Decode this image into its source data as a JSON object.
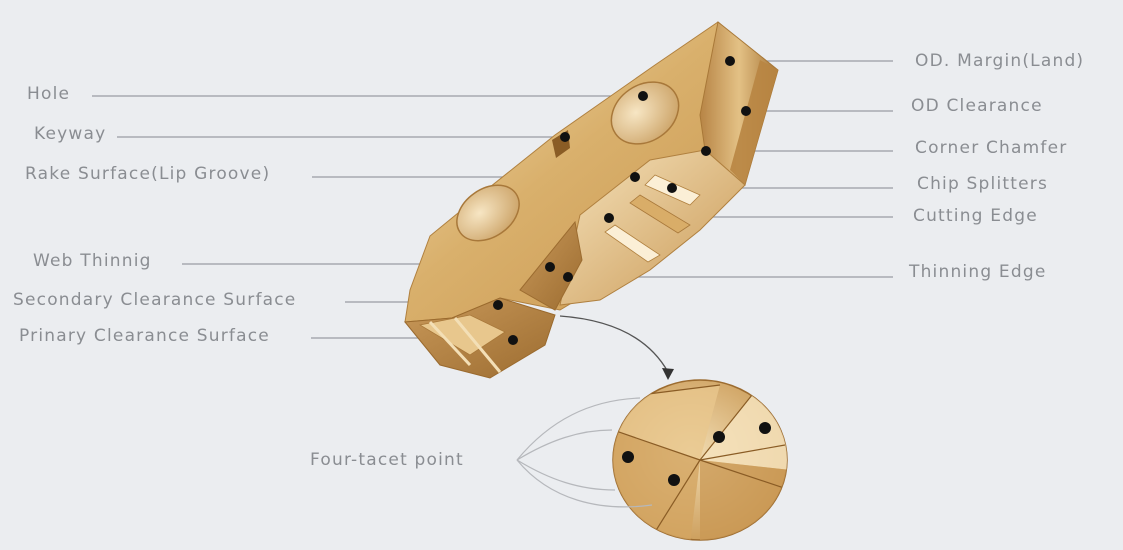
{
  "labels": {
    "hole": "Hole",
    "keyway": "Keyway",
    "rake_surface": "Rake Surface(Lip Groove)",
    "web_thinning": "Web Thinnig",
    "secondary_clearance": "Secondary Clearance Surface",
    "primary_clearance": "Prinary Clearance Surface",
    "od_margin": "OD. Margin(Land)",
    "od_clearance": "OD Clearance",
    "corner_chamfer": "Corner Chamfer",
    "chip_splitters": "Chip Splitters",
    "cutting_edge": "Cutting Edge",
    "thinning_edge": "Thinning Edge",
    "four_facet_point": "Four-tacet point"
  },
  "colors": {
    "background": "#ebedf0",
    "label_text": "#8a8d92",
    "leader_line": "#9a9da2",
    "metal_light": "#efd9ad",
    "metal_mid": "#d6ad67",
    "metal_dark": "#a8793a",
    "marker_dot": "#111111"
  }
}
